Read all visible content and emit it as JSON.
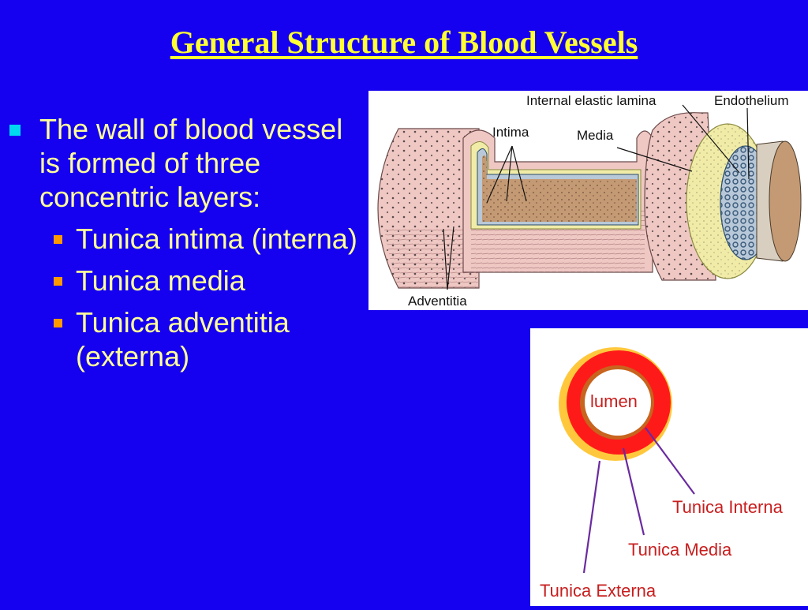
{
  "slide": {
    "title": "General Structure of Blood Vessels",
    "bullet_main": "The wall of blood vessel is formed of three concentric layers:",
    "sub_bullets": [
      "Tunica intima (interna)",
      "Tunica media",
      "Tunica adventitia (externa)"
    ]
  },
  "figure_top": {
    "labels": {
      "internal_elastic_lamina": "Internal elastic lamina",
      "endothelium": "Endothelium",
      "intima": "Intima",
      "media": "Media",
      "adventitia": "Adventitia"
    }
  },
  "figure_bottom": {
    "labels": {
      "lumen": "lumen",
      "tunica_interna": "Tunica Interna",
      "tunica_media": "Tunica Media",
      "tunica_externa": "Tunica Externa"
    }
  },
  "colors": {
    "background": "#1500f0",
    "title": "#ffff33",
    "body_text": "#ffff99",
    "bullet_l1": "#00d8f0",
    "bullet_l2": "#ff9900",
    "externa": "#ffc83c",
    "media": "#ff1a1a",
    "interna": "#c8641e",
    "label_text": "#c81e1e",
    "pointer": "#6a2aa0"
  }
}
